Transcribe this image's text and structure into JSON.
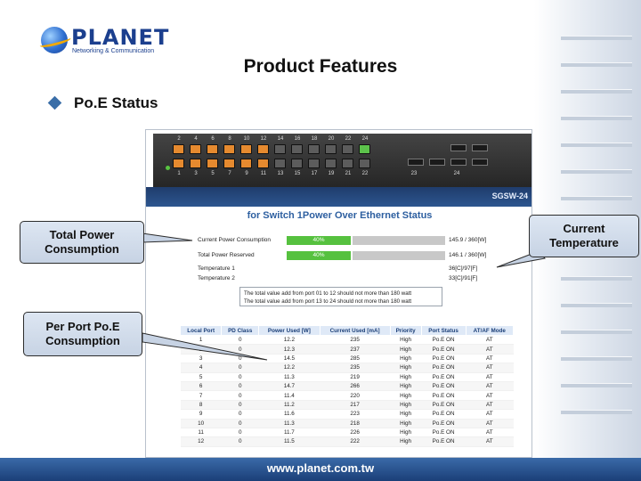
{
  "logo": {
    "name": "PLANET",
    "tagline": "Networking & Communication"
  },
  "slide": {
    "title": "Product Features",
    "bullet": "Po.E Status",
    "footer_url": "www.planet.com.tw"
  },
  "callouts": {
    "total_power": "Total Power Consumption",
    "current_temp": "Current Temperature",
    "per_port": "Per Port Po.E Consumption"
  },
  "screenshot": {
    "top_port_numbers": [
      "2",
      "4",
      "6",
      "8",
      "10",
      "12",
      "14",
      "16",
      "18",
      "20",
      "22",
      "24"
    ],
    "bottom_port_numbers": [
      "1",
      "3",
      "5",
      "7",
      "9",
      "11",
      "13",
      "15",
      "17",
      "19",
      "21",
      "22",
      "23",
      "24"
    ],
    "model": "SGSW-24",
    "heading": "for Switch 1Power Over Ethernet Status",
    "power_stats": [
      {
        "label": "Current Power Consumption",
        "percent": "40%",
        "value": "145.9 / 360[W]"
      },
      {
        "label": "Total Power Reserved",
        "percent": "40%",
        "value": "146.1 / 360[W]"
      }
    ],
    "temperatures": [
      {
        "label": "Temperature 1",
        "value": "36[C]/97[F]"
      },
      {
        "label": "Temperature 2",
        "value": "33[C]/91[F]"
      }
    ],
    "note_lines": [
      "The total value add from port 01 to 12 should not more than 180 watt",
      "The total value add from port 13 to 24 should not more than 180 watt"
    ],
    "table_headers": [
      "Local Port",
      "PD Class",
      "Power Used [W]",
      "Current Used [mA]",
      "Priority",
      "Port Status",
      "AT/AF Mode"
    ],
    "table_rows": [
      [
        "1",
        "0",
        "12.2",
        "235",
        "High",
        "Po.E ON",
        "AT"
      ],
      [
        "2",
        "0",
        "12.3",
        "237",
        "High",
        "Po.E ON",
        "AT"
      ],
      [
        "3",
        "0",
        "14.5",
        "285",
        "High",
        "Po.E ON",
        "AT"
      ],
      [
        "4",
        "0",
        "12.2",
        "235",
        "High",
        "Po.E ON",
        "AT"
      ],
      [
        "5",
        "0",
        "11.3",
        "219",
        "High",
        "Po.E ON",
        "AT"
      ],
      [
        "6",
        "0",
        "14.7",
        "266",
        "High",
        "Po.E ON",
        "AT"
      ],
      [
        "7",
        "0",
        "11.4",
        "220",
        "High",
        "Po.E ON",
        "AT"
      ],
      [
        "8",
        "0",
        "11.2",
        "217",
        "High",
        "Po.E ON",
        "AT"
      ],
      [
        "9",
        "0",
        "11.6",
        "223",
        "High",
        "Po.E ON",
        "AT"
      ],
      [
        "10",
        "0",
        "11.3",
        "218",
        "High",
        "Po.E ON",
        "AT"
      ],
      [
        "11",
        "0",
        "11.7",
        "226",
        "High",
        "Po.E ON",
        "AT"
      ],
      [
        "12",
        "0",
        "11.5",
        "222",
        "High",
        "Po.E ON",
        "AT"
      ]
    ]
  },
  "colors": {
    "accent_blue": "#2d5fa0",
    "bar_green": "#56c13f",
    "port_orange": "#e68a2f",
    "footer_blue": "#1b3f78"
  }
}
